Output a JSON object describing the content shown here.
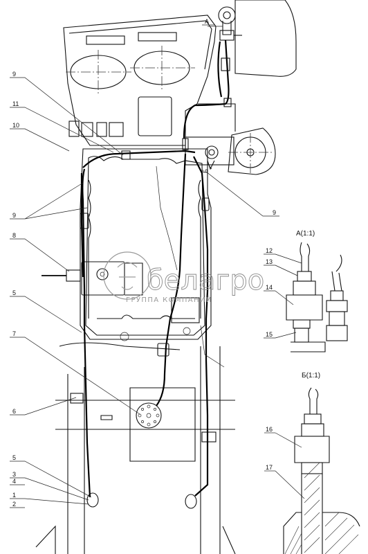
{
  "labels": {
    "l9a": "9",
    "l11": "11",
    "l10": "10",
    "l9b": "9",
    "l8": "8",
    "l5a": "5",
    "l7": "7",
    "l6": "6",
    "l5b": "5",
    "l3": "3",
    "l4": "4",
    "l1": "1",
    "l2": "2",
    "l9c": "9",
    "l12": "12",
    "l13": "13",
    "l14": "14",
    "l15": "15",
    "l16": "16",
    "l17": "17",
    "viewA_top": "А",
    "viewB_mark": "Б"
  },
  "views": {
    "viewA_title": "А(1:1)",
    "viewB_title": "Б(1:1)"
  },
  "watermark": {
    "brand": "белагро",
    "tagline": "ГРУППА КОМПАНИЙ"
  }
}
